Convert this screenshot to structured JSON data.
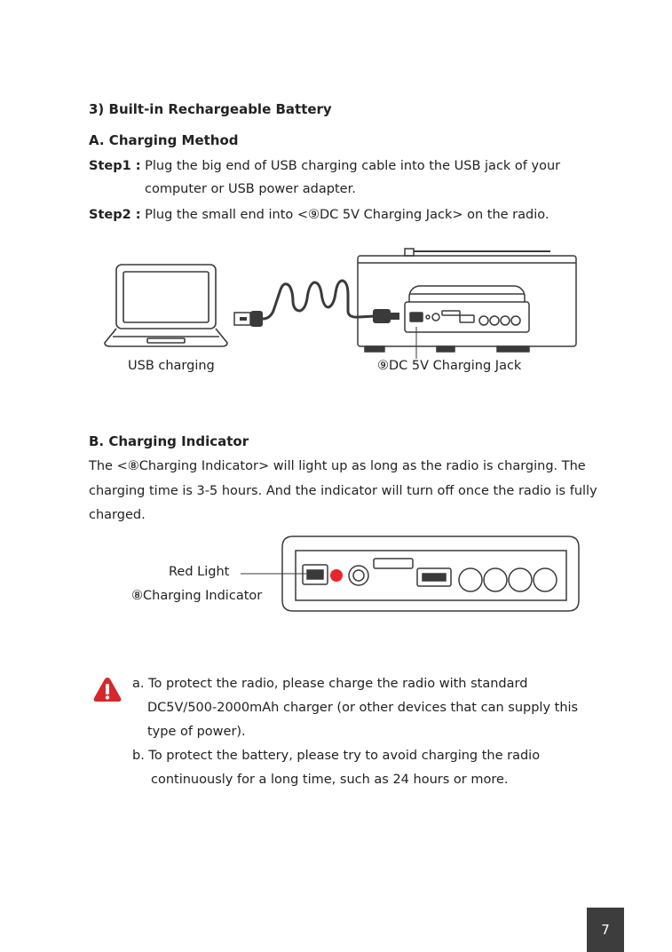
{
  "section_title": "3) Built-in Rechargeable Battery",
  "section_a": {
    "heading": "A. Charging Method",
    "step1_label": "Step1 :",
    "step1_line1": "Plug the big end of USB charging cable into the USB jack of your",
    "step1_line2": "computer or USB power adapter.",
    "step2_label": "Step2 :",
    "step2_text": "Plug the small end into <⑨DC 5V Charging Jack> on the radio.",
    "caption_usb": "USB charging",
    "caption_jack": "⑨DC 5V Charging Jack"
  },
  "section_b": {
    "heading": "B. Charging Indicator",
    "line1": "The <⑧Charging Indicator> will light up as long as the radio is charging. The",
    "line2": "charging time is 3-5 hours. And the indicator will turn off once the radio is fully",
    "line3": "charged.",
    "red_light_label": "Red Light",
    "indicator_label": "⑧Charging Indicator",
    "indicator_color": "#e8262b"
  },
  "warning": {
    "a_line1": "a. To protect the radio, please charge the radio with standard",
    "a_line2": "DC5V/500-2000mAh charger (or other devices that can supply this",
    "a_line3": "type of power).",
    "b_line1": "b. To protect the battery, please try to avoid charging the radio",
    "b_line2": "continuously for a long time, such as 24 hours or more.",
    "icon_color": "#d7272b"
  },
  "page_number": "7"
}
